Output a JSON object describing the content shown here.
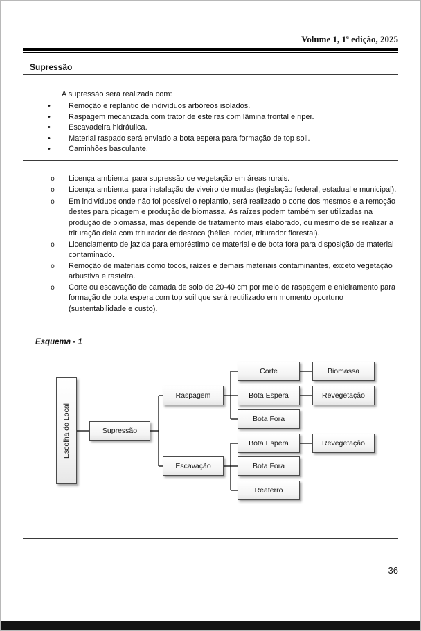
{
  "header": {
    "title": "Volume 1, 1ª edição, 2025"
  },
  "section": {
    "title": "Supressão"
  },
  "intro": "A supressão será realizada com:",
  "markers": {
    "level1": "•",
    "level2": "o"
  },
  "bullet_list": [
    "Remoção e replantio de indivíduos arbóreos isolados.",
    "Raspagem mecanizada com trator de esteiras com lâmina frontal e riper.",
    "Escavadeira hidráulica.",
    "Material raspado será enviado a bota espera para formação de top soil.",
    "Caminhões basculante."
  ],
  "requirement_list": [
    "Licença ambiental para supressão de vegetação em áreas rurais.",
    "Licença ambiental para instalação de viveiro de mudas (legislação federal, estadual e municipal).",
    "Em indivíduos onde não foi possível o replantio, será realizado o corte dos mesmos e a remoção destes para picagem e produção de biomassa. As raízes podem também ser utilizadas na produção de biomassa, mas depende de tratamento mais elaborado, ou mesmo de se realizar a trituração dela com triturador de destoca (hélice, roder, triturador florestal).",
    "Licenciamento de jazida para empréstimo de material e de bota fora para disposição de material contaminado.",
    "Remoção de materiais como tocos, raízes e demais materiais contaminantes, exceto vegetação arbustiva e rasteira.",
    "Corte ou escavação de camada de solo de 20-40 cm por meio de raspagem e enleiramento para formação de bota espera com top soil que será reutilizado em momento oportuno (sustentabilidade e custo)."
  ],
  "schema": {
    "label": "Esquema - 1",
    "nodes": {
      "escolha": "Escolha do Local",
      "supressao": "Supressão",
      "raspagem": "Raspagem",
      "escavacao": "Escavação",
      "corte": "Corte",
      "bota_espera_1": "Bota Espera",
      "bota_fora_1": "Bota Fora",
      "bota_espera_2": "Bota Espera",
      "bota_fora_2": "Bota Fora",
      "reaterro": "Reaterro",
      "biomassa": "Biomassa",
      "revegetacao_1": "Revegetação",
      "revegetacao_2": "Revegetação"
    }
  },
  "footer": {
    "page_number": "36"
  }
}
